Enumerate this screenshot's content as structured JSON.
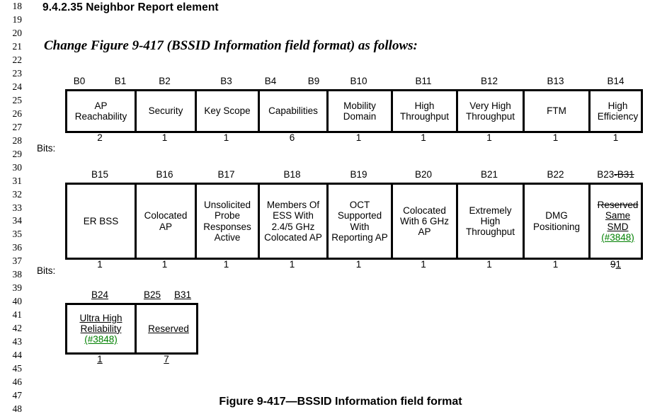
{
  "document": {
    "section_heading": "9.4.2.35 Neighbor Report element",
    "change_note": "Change Figure 9-417 (BSSID Information field format) as follows:",
    "figure_caption": "Figure 9-417—BSSID Information field format",
    "bits_label": "Bits:"
  },
  "line_numbers": [
    "18",
    "19",
    "20",
    "21",
    "22",
    "23",
    "24",
    "25",
    "26",
    "27",
    "28",
    "29",
    "30",
    "31",
    "32",
    "33",
    "34",
    "35",
    "36",
    "37",
    "38",
    "39",
    "40",
    "41",
    "42",
    "43",
    "44",
    "45",
    "46",
    "47",
    "48"
  ],
  "table_row1": {
    "bit_labels": [
      {
        "text": "B0"
      },
      {
        "text": "B1"
      },
      {
        "text": "B2"
      },
      {
        "text": "B3"
      },
      {
        "text": "B4"
      },
      {
        "text": "B9"
      },
      {
        "text": "B10"
      },
      {
        "text": "B11"
      },
      {
        "text": "B12"
      },
      {
        "text": "B13"
      },
      {
        "text": "B14"
      }
    ],
    "cells": [
      {
        "label": "AP Reachability",
        "bits": "2"
      },
      {
        "label": "Security",
        "bits": "1"
      },
      {
        "label": "Key Scope",
        "bits": "1"
      },
      {
        "label": "Capabilities",
        "bits": "6"
      },
      {
        "label": "Mobility Domain",
        "bits": "1"
      },
      {
        "label": "High Throughput",
        "bits": "1"
      },
      {
        "label": "Very High Throughput",
        "bits": "1"
      },
      {
        "label": "FTM",
        "bits": "1"
      },
      {
        "label": "High Efficiency",
        "bits": "1"
      }
    ]
  },
  "table_row2": {
    "bit_labels": [
      {
        "text": "B15"
      },
      {
        "text": "B16"
      },
      {
        "text": "B17"
      },
      {
        "text": "B18"
      },
      {
        "text": "B19"
      },
      {
        "text": "B20"
      },
      {
        "text": "B21"
      },
      {
        "text": "B22"
      },
      {
        "text": "B23",
        "struck_suffix": "-B31"
      }
    ],
    "cells": [
      {
        "label": "ER BSS",
        "bits": "1"
      },
      {
        "label": "Colocated AP",
        "bits": "1"
      },
      {
        "label": "Unsolicited Probe Responses Active",
        "bits": "1"
      },
      {
        "label": "Members Of ESS With 2.4/5 GHz Colocated AP",
        "bits": "1"
      },
      {
        "label": "OCT Supported With Reporting AP",
        "bits": "1"
      },
      {
        "label": "Colocated With 6 GHz AP",
        "bits": "1"
      },
      {
        "label": "Extremely High Throughput",
        "bits": "1"
      },
      {
        "label": "DMG Positioning",
        "bits": "1"
      },
      {
        "deleted": "Reserved",
        "inserted_line1": "Same",
        "inserted_line2": "SMD",
        "change_tag": "(#3848)",
        "bits_deleted": "9",
        "bits_inserted": "1"
      }
    ]
  },
  "table_row3": {
    "bit_labels": [
      {
        "text": "B24",
        "underline": true
      },
      {
        "text": "B25",
        "underline": true
      },
      {
        "text": "B31",
        "underline": true
      }
    ],
    "cells": [
      {
        "inserted_line1": "Ultra High",
        "inserted_line2": "Reliability",
        "change_tag": "(#3848)",
        "bits": "1"
      },
      {
        "inserted_line1": "Reserved",
        "bits": "7"
      }
    ]
  },
  "colors": {
    "text": "#000000",
    "change_tag": "#008000",
    "border": "#000000",
    "background": "#ffffff"
  }
}
